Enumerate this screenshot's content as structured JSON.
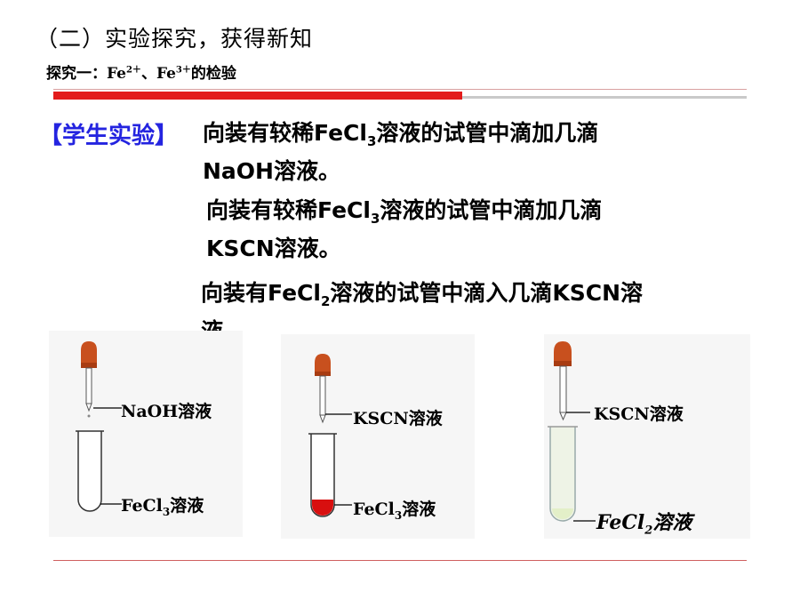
{
  "header": {
    "title": "（二）实验探究，获得新知",
    "subtitle_prefix": "探究一：",
    "ion1": "Fe",
    "ion1_charge": "2＋",
    "separator": "、",
    "ion2": "Fe",
    "ion2_charge": "3＋",
    "subtitle_suffix": "的检验"
  },
  "section_label": "【学生实验】",
  "experiments": [
    {
      "line1_a": "向装有较稀FeCl",
      "line1_sub": "3",
      "line1_b": "溶液的试管中滴加几滴",
      "line2": "NaOH溶液。"
    },
    {
      "line1_a": "向装有较稀FeCl",
      "line1_sub": "3",
      "line1_b": "溶液的试管中滴加几滴",
      "line2": "KSCN溶液。"
    },
    {
      "line1_a": "向装有FeCl",
      "line1_sub": "2",
      "line1_b": "溶液的试管中滴入几滴KSCN溶",
      "line2": "液"
    }
  ],
  "figures": [
    {
      "reagent": "NaOH溶液",
      "solution_a": "FeCl",
      "solution_sub": "3",
      "solution_b": "溶液",
      "liquid_color": "#ffffff"
    },
    {
      "reagent": "KSCN溶液",
      "solution_a": "FeCl",
      "solution_sub": "3",
      "solution_b": "溶液",
      "liquid_color": "#d80f0f"
    },
    {
      "reagent": "KSCN溶液",
      "solution_a": "FeCl",
      "solution_sub": "2",
      "solution_b": "溶液",
      "liquid_color": "#e3efc8"
    }
  ],
  "colors": {
    "accent_red": "#e31c1c",
    "label_blue": "#2424e0",
    "dropper_bulb": "#c8501e"
  }
}
